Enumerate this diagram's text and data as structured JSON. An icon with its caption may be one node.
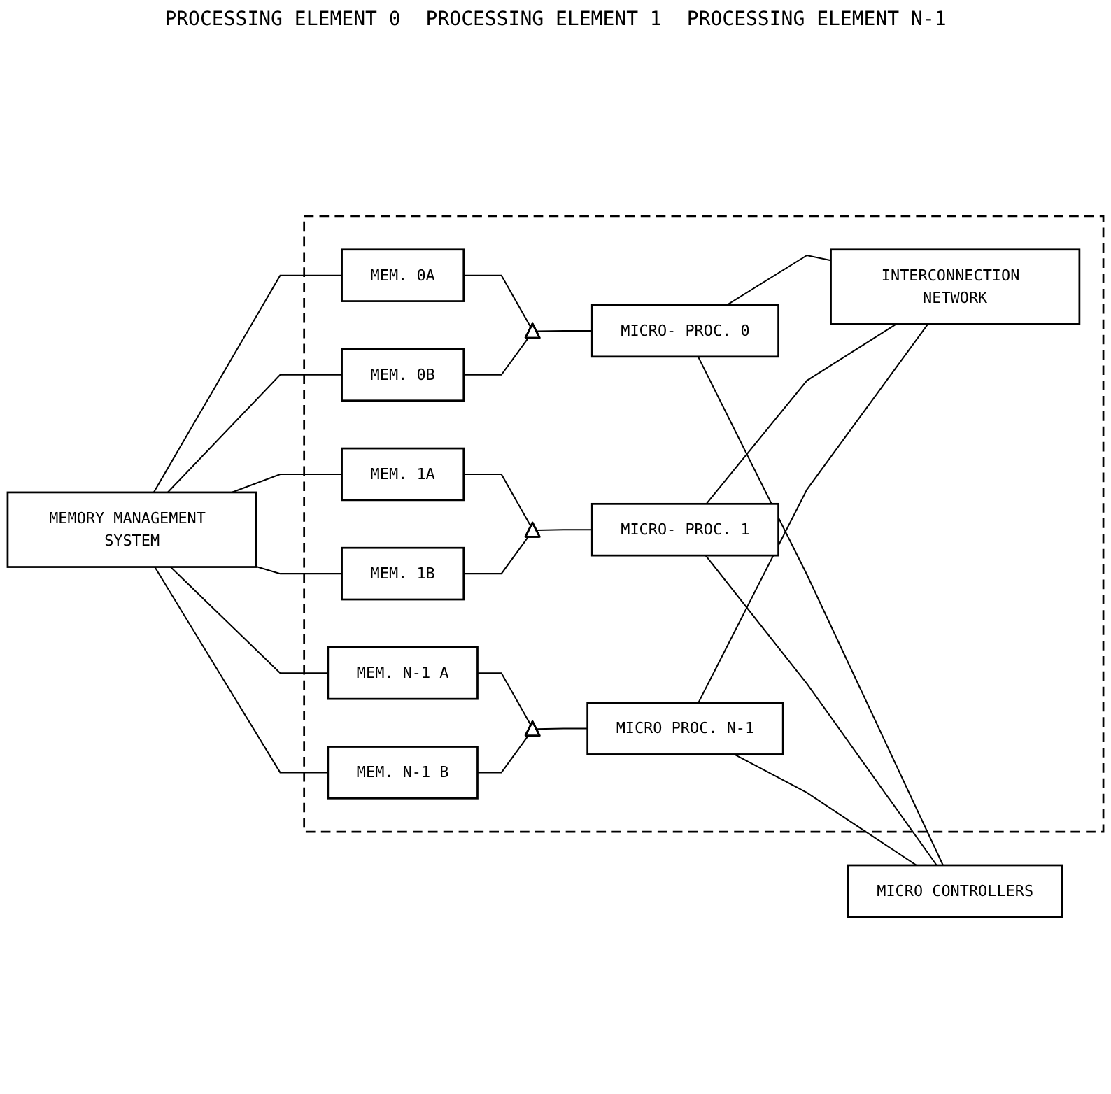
{
  "diagram": {
    "nodes": [
      {
        "text": [
          "MEMORY MANAGEMENT SYSTEM"
        ]
      },
      {
        "text": [
          "MICRO CONTROLLERS"
        ]
      },
      {
        "text": [],
        "shape": "box"
      },
      {
        "text": [
          "MEM. 0A"
        ],
        "in": 2
      },
      {
        "text": [
          "MEM. 0B"
        ],
        "in": 2
      },
      {
        "text": [],
        "shape": "triangle",
        "in": 2
      },
      {
        "text": [
          "MICRO- PROC. 0"
        ],
        "in": 2
      },
      {
        "text": [
          "MEM. 1A"
        ],
        "in": 2
      },
      {
        "text": [
          "MEM. 1B"
        ],
        "in": 2
      },
      {
        "text": [],
        "shape": "triangle",
        "in": 2
      },
      {
        "text": [
          "MICRO- PROC. 1"
        ],
        "in": 2
      },
      {
        "text": [
          "MEM. N-1 A"
        ],
        "in": 2
      },
      {
        "text": [
          "MEM. N-1 B"
        ],
        "in": 2
      },
      {
        "text": [],
        "shape": "triangle",
        "in": 2
      },
      {
        "text": [
          "MICRO PROC. N-1"
        ],
        "in": 2
      },
      {
        "text": [
          "INTERCONNECTION NETWORK"
        ],
        "in": 2
      }
    ],
    "edges": [
      {
        "from": 0,
        "to": 3,
        "arrow": "none"
      },
      {
        "from": 0,
        "to": 4,
        "arrow": "none"
      },
      {
        "from": 0,
        "to": 7,
        "arrow": "none"
      },
      {
        "from": 0,
        "to": 8,
        "arrow": "none"
      },
      {
        "from": 0,
        "to": 11,
        "arrow": "none"
      },
      {
        "from": 0,
        "to": 12,
        "arrow": "none"
      },
      {
        "from": 3,
        "to": 5,
        "arrow": "none"
      },
      {
        "from": 4,
        "to": 5,
        "arrow": "none"
      },
      {
        "from": 5,
        "to": 6,
        "arrow": "none"
      },
      {
        "from": 7,
        "to": 9,
        "arrow": "none"
      },
      {
        "from": 8,
        "to": 9,
        "arrow": "none"
      },
      {
        "from": 9,
        "to": 10,
        "arrow": "none"
      },
      {
        "from": 11,
        "to": 13,
        "arrow": "none"
      },
      {
        "from": 12,
        "to": 13,
        "arrow": "none"
      },
      {
        "from": 13,
        "to": 14,
        "arrow": "none"
      },
      {
        "from": 6,
        "to": 1,
        "arrow": "none"
      },
      {
        "from": 10,
        "to": 1,
        "arrow": "none"
      },
      {
        "from": 14,
        "to": 1,
        "arrow": "none"
      },
      {
        "from": 6,
        "to": 15,
        "arrow": "none"
      },
      {
        "from": 10,
        "to": 15,
        "arrow": "none"
      },
      {
        "from": 14,
        "to": 15,
        "arrow": "none"
      }
    ],
    "labels": [
      "PROCESSING ELEMENT 0",
      "PROCESSING ELEMENT 1",
      "PROCESSING ELEMENT N-1"
    ]
  }
}
